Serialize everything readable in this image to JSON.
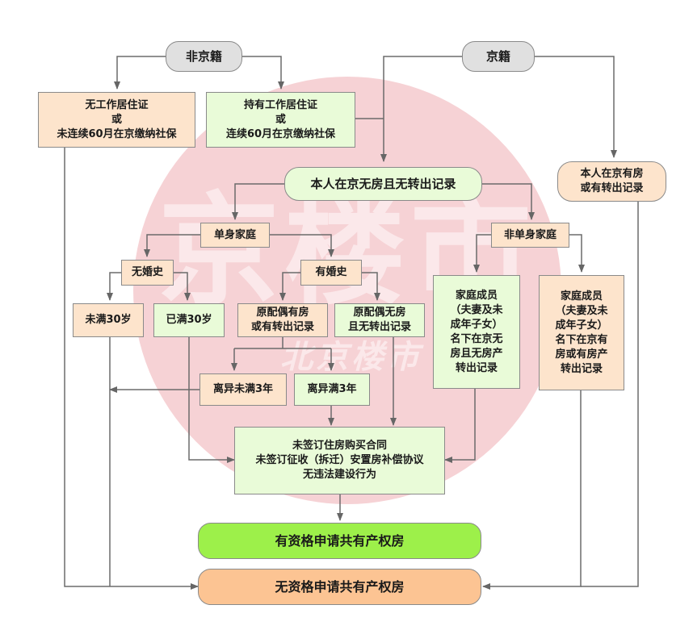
{
  "watermark": {
    "main": "京楼市",
    "sub": "北京楼市"
  },
  "nodes": {
    "non_beijing": "非京籍",
    "beijing": "京籍",
    "no_work_permit": "无工作居住证\n或\n未连续60月在京缴纳社保",
    "has_work_permit": "持有工作居住证\n或\n连续60月在京缴纳社保",
    "no_house_record": "本人在京无房且无转出记录",
    "has_house_record": "本人在京有房\n或有转出记录",
    "single_family": "单身家庭",
    "non_single_family": "非单身家庭",
    "never_married": "无婚史",
    "has_married": "有婚史",
    "under_30": "未满30岁",
    "over_30": "已满30岁",
    "ex_has_house": "原配偶有房\n或有转出记录",
    "ex_no_house": "原配偶无房\n且无转出记录",
    "divorce_under_3": "离异未满3年",
    "divorce_3": "离异满3年",
    "family_no_house": "家庭成员\n（夫妻及未\n成年子女）\n名下在京无\n房且无房产\n转出记录",
    "family_has_house": "家庭成员\n（夫妻及未\n成年子女）\n名下在京有\n房或有房产\n转出记录",
    "conditions": "未签订住房购买合同\n未签订征收（拆迁）安置房补偿协议\n无违法建设行为",
    "eligible": "有资格申请共有产权房",
    "ineligible": "无资格申请共有产权房"
  }
}
